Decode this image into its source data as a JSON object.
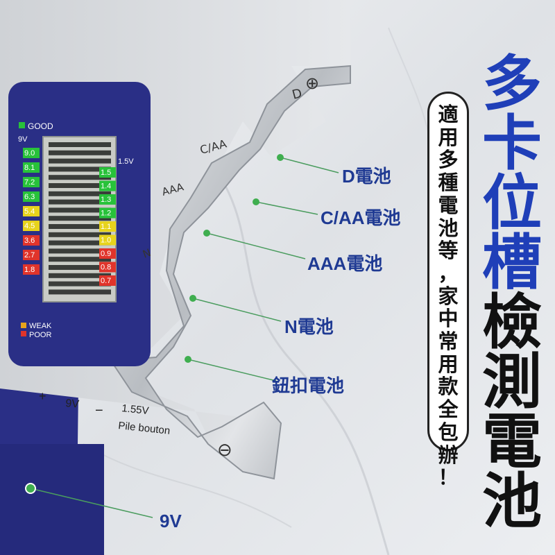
{
  "headline": [
    "多",
    "卡",
    "位",
    "槽",
    "檢",
    "測",
    "電",
    "池"
  ],
  "subtitle": [
    "適",
    "用",
    "多",
    "種",
    "電",
    "池",
    "等",
    "，",
    "家",
    "中",
    "常",
    "用",
    "款",
    "全",
    "包",
    "辦",
    "！"
  ],
  "callouts": {
    "d": "D電池",
    "caa": "C/AA電池",
    "aaa": "AAA電池",
    "n": "N電池",
    "button": "鈕扣電池",
    "nine_v": "9V"
  },
  "device": {
    "slot_d": "D",
    "slot_caa": "C/AA",
    "slot_aaa": "AAA",
    "slot_n": "N",
    "plus_symbol": "⊕",
    "minus_symbol": "⊖",
    "bottom_plus": "+",
    "bottom_9v": "9V",
    "bottom_minus": "−",
    "bottom_155v": "1.55V",
    "bottom_pile": "Pile bouton"
  },
  "meter": {
    "good_label": "GOOD",
    "weak_label": "WEAK",
    "poor_label": "POOR",
    "left_header": "9V",
    "right_header": "1.5V",
    "left_scale": [
      "9.0",
      "8.1",
      "7.2",
      "6.3",
      "5.4",
      "4.5",
      "3.6",
      "2.7",
      "1.8"
    ],
    "right_scale": [
      "1.5",
      "1.4",
      "1.3",
      "1.2",
      "1.1",
      "1.0",
      "0.9",
      "0.8",
      "0.7"
    ],
    "colors": {
      "green": "#28c23a",
      "yellow": "#e7d31c",
      "red": "#e0342b",
      "panel": "#2a2f86"
    }
  }
}
